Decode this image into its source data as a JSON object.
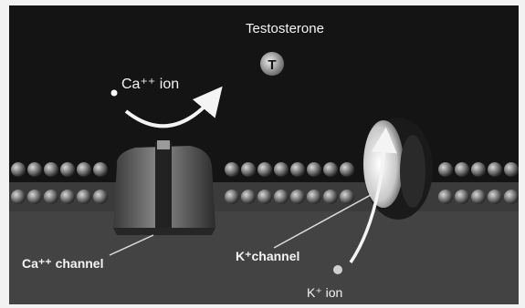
{
  "figure": {
    "labels": {
      "testosterone": "Testosterone",
      "testosterone_symbol": "T",
      "ca_ion": "Ca⁺⁺ ion",
      "ca_channel": "Ca⁺⁺ channel",
      "k_channel": "K⁺channel",
      "k_ion": "K⁺ ion"
    }
  }
}
